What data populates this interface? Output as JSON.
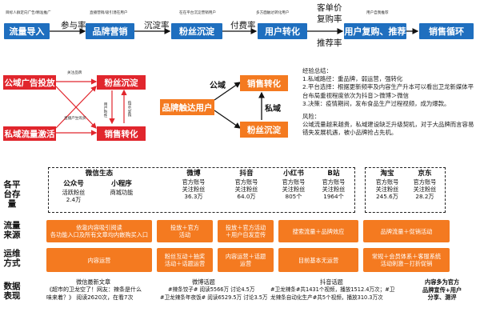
{
  "funnel": {
    "boxes": [
      "流量导入",
      "品牌营销",
      "粉丝沉淀",
      "用户转化",
      "用户复购、推荐",
      "销售循环"
    ],
    "rates": [
      "参与率",
      "沉淀率",
      "付费率",
      "推荐率"
    ],
    "rate_top_right": [
      "客单价",
      "复购率"
    ],
    "tiny_captions": [
      "目标人群定向广告/精准推广",
      "直播营销/吸引潜在用户",
      "在在平台沉淀营销用户",
      "多方面触达转化用户",
      "用户自我推荐"
    ]
  },
  "left_flow": {
    "boxes": [
      "公域广告投放",
      "粉丝沉淀",
      "私域流量激活",
      "销售转化"
    ],
    "captions": [
      "关注品牌",
      "直播产生购买",
      "用户粘性",
      "购买/复购"
    ]
  },
  "middle_flow": {
    "boxes": [
      "品牌触达用户",
      "销售转化",
      "粉丝沉淀"
    ],
    "labels": [
      "公域",
      "私域"
    ]
  },
  "notes": {
    "title": "经验总结：",
    "items": [
      "1.私域路径：重品牌，弱运营，强转化",
      "2.平台选择：根据更新频率及内容生产升本可以看出卫龙新媒体平台布局重视程度依次为抖音＞微博＞微信",
      "3.决策：疫情期间，发布食品生产过程视频，成为爆款。"
    ],
    "risk_title": "风险：",
    "risk_text": "公域流量越来越贵，私域建设缺乏升级契机，对于大品牌而言容易错失发展机遇，被小品牌抢占先机。"
  },
  "row_labels": [
    "各平台存量",
    "流量来源",
    "运维方式",
    "数据表现"
  ],
  "platforms": [
    {
      "name": "微信生态",
      "subs": [
        {
          "name": "公众号",
          "desc": "活跃粉丝",
          "value": "2.4万"
        },
        {
          "name": "小程序",
          "desc": "商城功能",
          "value": ""
        }
      ]
    },
    {
      "name": "微博",
      "lines": [
        "官方账号",
        "关注粉丝",
        "36.3万"
      ]
    },
    {
      "name": "抖音",
      "lines": [
        "官方账号",
        "关注粉丝",
        "64.0万"
      ]
    },
    {
      "name": "小红书",
      "lines": [
        "官方账号",
        "关注粉丝",
        "805个"
      ]
    },
    {
      "name": "B站",
      "lines": [
        "官方账号",
        "关注粉丝",
        "1964个"
      ]
    },
    {
      "name": "淘宝",
      "lines": [
        "官方账号",
        "关注粉丝",
        "245.6万"
      ]
    },
    {
      "name": "京东",
      "lines": [
        "官方账号",
        "关注粉丝",
        "28.2万"
      ]
    }
  ],
  "sources": [
    "依靠内容吸引阅读\n各功能入口及所有文章均内嵌购买入口",
    "投放＋官方\n活动",
    "投放＋官方活动\n＋用户自发宣传",
    "搜索流量＋品牌效应",
    "品牌流量＋促销活动"
  ],
  "ops": [
    "内容运营",
    "粉丝互动＋抽奖\n活动＋话题运营",
    "内容运营＋话题\n运营",
    "目前基本无运营",
    "常规＋会员体系＋客服系统\n活动刺激－打折促销"
  ],
  "data_perf": {
    "wechat_title": "微信最新文章",
    "wechat_lines": [
      "《超市的卫龙空了！网友：辣条是什么",
      "味来着？》 阅读2620次，在看7次"
    ],
    "weibo_title": "微博话题",
    "weibo_lines": [
      "#辣条饺子# 阅读5566万 讨论4.5万",
      "#卫龙辣条年夜饭# 阅读6529.5万 讨论3.5万"
    ],
    "douyin_title": "抖音话题",
    "douyin_lines": [
      "#卫龙辣条#共1431个视频，播放1512.4万次；#卫",
      "龙辣条自动化生产#共5个视频，播放310.3万次"
    ],
    "summary": "内容多为官方\n品牌宣传+用户\n分享、测评"
  }
}
